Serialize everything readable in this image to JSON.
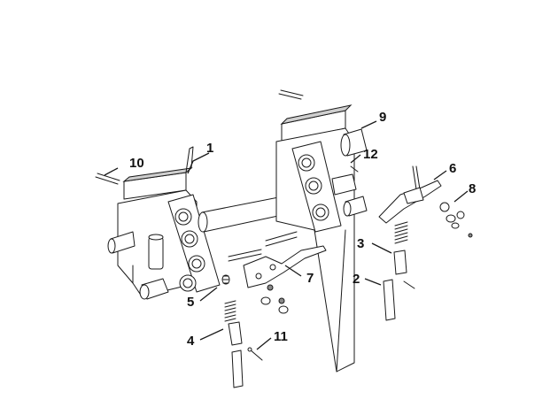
{
  "diagram": {
    "callouts": [
      {
        "id": "c1",
        "label": "1"
      },
      {
        "id": "c2",
        "label": "2"
      },
      {
        "id": "c3",
        "label": "3"
      },
      {
        "id": "c4",
        "label": "4"
      },
      {
        "id": "c5",
        "label": "5"
      },
      {
        "id": "c6",
        "label": "6"
      },
      {
        "id": "c7",
        "label": "7"
      },
      {
        "id": "c8",
        "label": "8"
      },
      {
        "id": "c9",
        "label": "9"
      },
      {
        "id": "c10",
        "label": "10"
      },
      {
        "id": "c11",
        "label": "11"
      },
      {
        "id": "c12",
        "label": "12"
      }
    ],
    "colors": {
      "line": "#1a1a1a",
      "background": "#ffffff",
      "shade": "#cfcfcf"
    }
  }
}
